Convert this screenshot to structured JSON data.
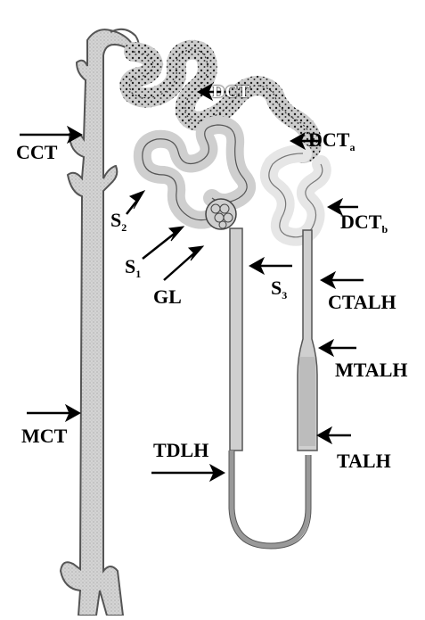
{
  "labels": {
    "cct": "CCT",
    "mct": "MCT",
    "dct_main": "DCT",
    "dct_a": {
      "base": "DCT",
      "sub": "a"
    },
    "dct_b": {
      "base": "DCT",
      "sub": "b"
    },
    "s2": {
      "base": "S",
      "sub": "2"
    },
    "s1": {
      "base": "S",
      "sub": "1"
    },
    "s3": {
      "base": "S",
      "sub": "3"
    },
    "gl": "GL",
    "ctalh": "CTALH",
    "mtalh": "MTALH",
    "tdlh": "TDLH",
    "talh": "TALH"
  },
  "colors": {
    "tubule_fill": "#cfcfcf",
    "tubule_stroke": "#555555",
    "dotted_fill": "#bdbdbd",
    "arrow": "#000000"
  }
}
